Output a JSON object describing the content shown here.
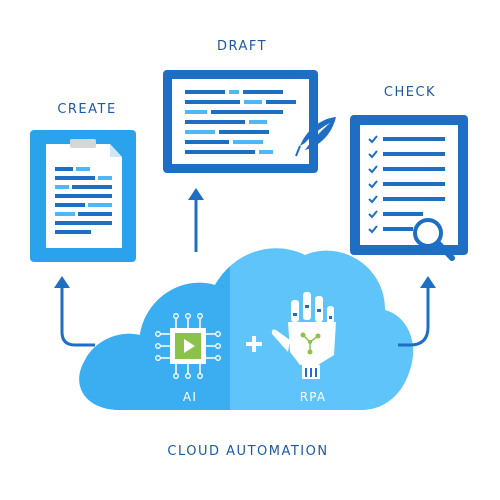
{
  "labels": {
    "create": "CREATE",
    "draft": "DRAFT",
    "check": "CHECK",
    "ai": "AI",
    "rpa": "RPA",
    "plus": "+",
    "footer": "CLOUD AUTOMATION"
  },
  "icons": {
    "create": "document-icon",
    "draft": "screen-with-quill-icon",
    "check": "checklist-with-magnifier-icon",
    "ai": "chip-with-play-icon",
    "rpa": "robotic-hand-icon"
  },
  "colors": {
    "primary_blue": "#1e6fc4",
    "light_blue": "#4db8f5",
    "cloud_left": "#3aaef0",
    "cloud_right": "#5ec4fa",
    "text_blue": "#1c5aa3",
    "chip_green": "#8bc34a"
  }
}
